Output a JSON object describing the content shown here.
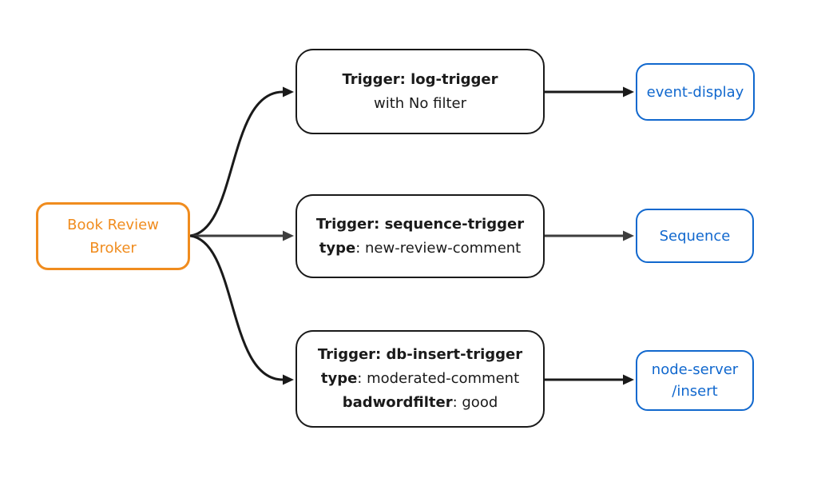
{
  "colors": {
    "broker_accent": "#F08C1E",
    "sink_accent": "#1168CE",
    "edge_black": "#1A1A1A",
    "edge_gray": "#3D3D3D",
    "background": "#FFFFFF"
  },
  "broker": {
    "line1": "Book Review",
    "line2": "Broker"
  },
  "triggers": [
    {
      "title": "Trigger: log-trigger",
      "detail_bold": "",
      "detail_rest": "with No filter"
    },
    {
      "title": "Trigger: sequence-trigger",
      "detail_bold": "type",
      "detail_rest": ": new-review-comment"
    },
    {
      "title": "Trigger: db-insert-trigger",
      "detail_bold": "type",
      "detail_rest": ": moderated-comment",
      "detail2_bold": "badwordfilter",
      "detail2_rest": ": good"
    }
  ],
  "sinks": [
    {
      "label": "event-display"
    },
    {
      "label": "Sequence"
    },
    {
      "label_line1": "node-server",
      "label_line2": "/insert"
    }
  ]
}
